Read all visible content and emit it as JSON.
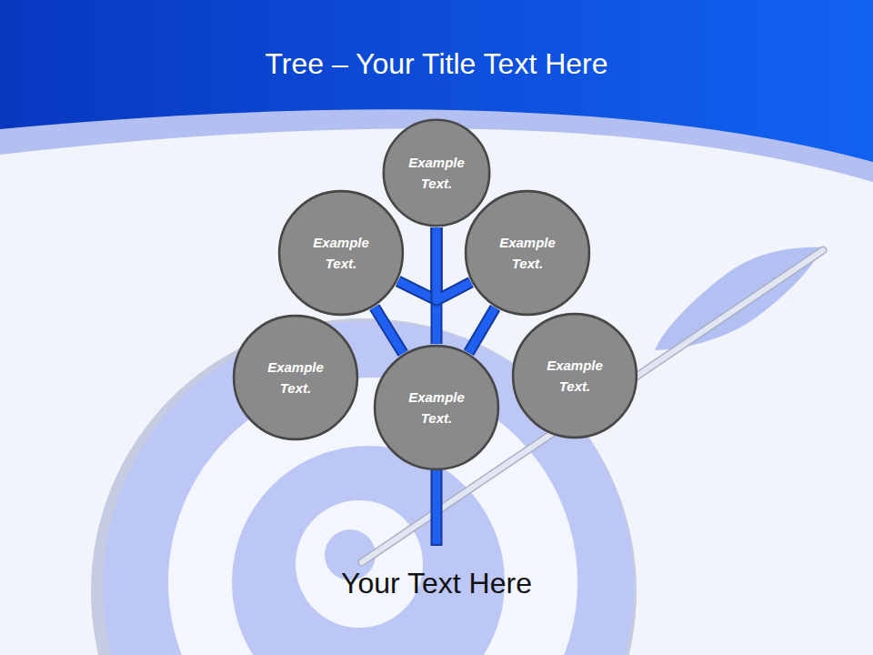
{
  "diagram": {
    "title": "Tree – Your Title Text Here",
    "caption": "Your Text Here",
    "nodes": [
      {
        "text": [
          "Example Text."
        ]
      },
      {
        "text": [
          "Example Text."
        ]
      },
      {
        "text": [
          "Example Text."
        ]
      },
      {
        "text": [
          "Example Text."
        ]
      },
      {
        "text": [
          "Example Text."
        ]
      },
      {
        "text": [
          "Example Text."
        ]
      }
    ],
    "edges": [
      {
        "from": 4,
        "to": 0,
        "arrow": "none"
      },
      {
        "from": 0,
        "to": 1,
        "arrow": "none"
      },
      {
        "from": 0,
        "to": 2,
        "arrow": "none"
      },
      {
        "from": 1,
        "to": 4,
        "arrow": "none"
      },
      {
        "from": 2,
        "to": 4,
        "arrow": "none"
      }
    ]
  }
}
